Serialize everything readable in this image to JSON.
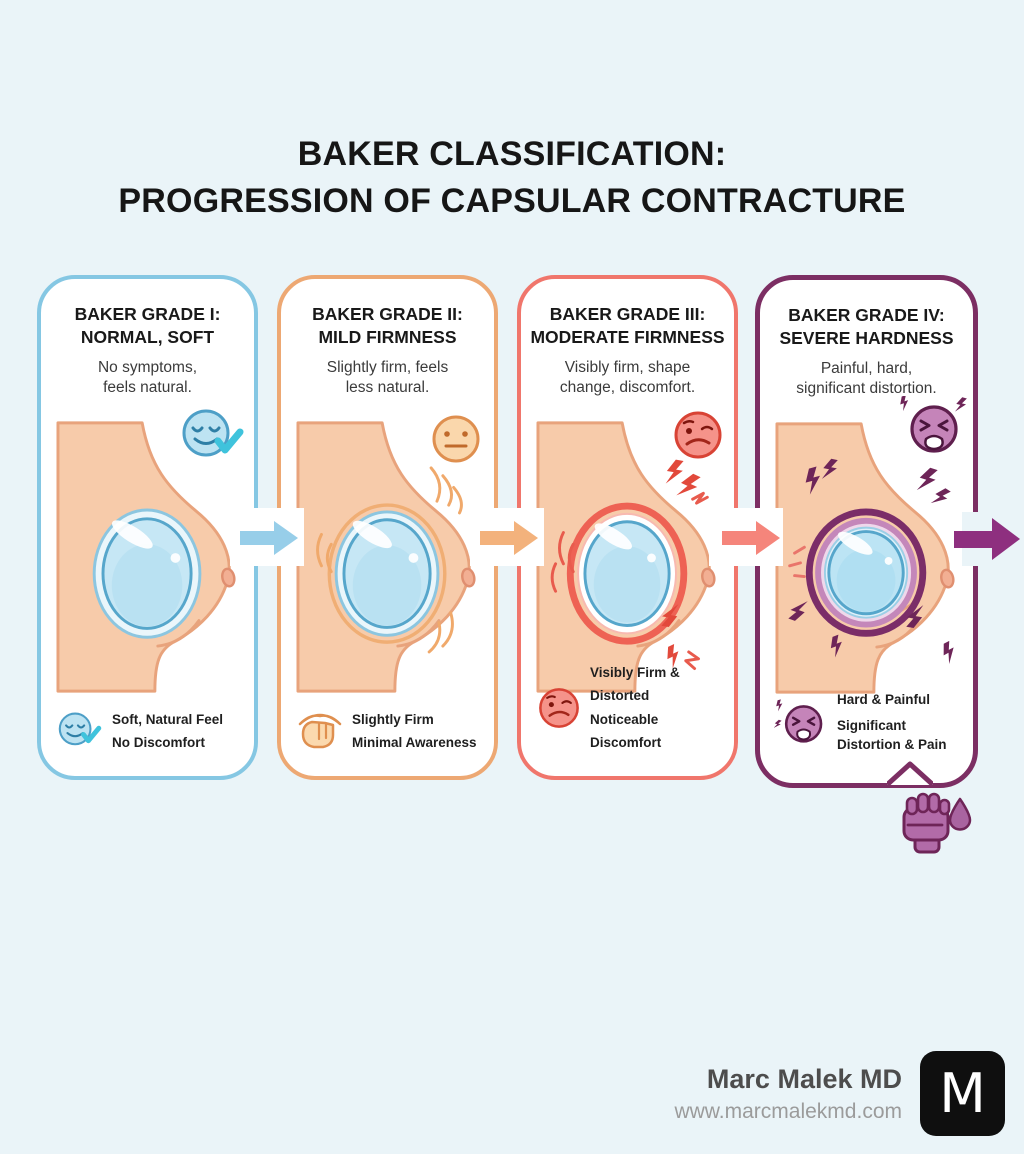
{
  "page": {
    "background": "#EAF4F8"
  },
  "title": {
    "line1": "BAKER CLASSIFICATION:",
    "line2": "PROGRESSION OF CAPSULAR CONTRACTURE"
  },
  "grades": [
    {
      "id": "I",
      "heading1": "BAKER GRADE I:",
      "heading2": "NORMAL, SOFT",
      "desc1": "No symptoms,",
      "desc2": "feels natural.",
      "cap1": "Soft, Natural Feel",
      "cap2": "No Discomfort",
      "face_icon": "smiley-check-icon",
      "caption_icon": "smiley-check-icon",
      "accent": "#85C7E3",
      "arrow": "#97CEE9"
    },
    {
      "id": "II",
      "heading1": "BAKER GRADE II:",
      "heading2": "MILD FIRMNESS",
      "desc1": "Slightly firm, feels",
      "desc2": "less natural.",
      "cap1": "Slightly Firm",
      "cap2": "Minimal Awareness",
      "face_icon": "neutral-face-icon",
      "caption_icon": "pinch-hand-icon",
      "accent": "#EDA873",
      "arrow": "#F3B27C"
    },
    {
      "id": "III",
      "heading1": "BAKER GRADE III:",
      "heading2": "MODERATE FIRMNESS",
      "desc1": "Visibly firm, shape",
      "desc2": "change, discomfort.",
      "cap1": "Visibly Firm & Distorted",
      "cap2": "Noticeable Discomfort",
      "face_icon": "sad-face-icon",
      "caption_icon": "sad-face-icon",
      "accent": "#F0766C",
      "arrow": "#F5857B"
    },
    {
      "id": "IV",
      "heading1": "BAKER GRADE IV:",
      "heading2": "SEVERE HARDNESS",
      "desc1": "Painful, hard,",
      "desc2": "significant distortion.",
      "cap1": "Hard & Painful",
      "cap2": "Significant Distortion & Pain",
      "face_icon": "pained-face-icon",
      "caption_icon": "pained-face-icon",
      "accent": "#7C2E63",
      "arrow": "#8E2F7F"
    }
  ],
  "extra_icons": [
    "raised-fist-icon",
    "droplet-icon"
  ],
  "footer": {
    "name": "Marc Malek MD",
    "website": "www.marcmalekmd.com",
    "logo_letter": "M"
  }
}
